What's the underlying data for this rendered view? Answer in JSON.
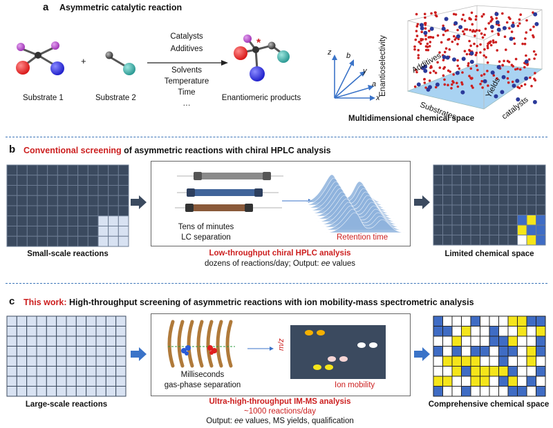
{
  "panel_a": {
    "letter": "a",
    "title": "Asymmetric catalytic reaction",
    "substrate1": "Substrate 1",
    "plus": "+",
    "substrate2": "Substrate 2",
    "conditions_above": [
      "Catalysts",
      "Additives"
    ],
    "conditions_below": [
      "Solvents",
      "Temperature",
      "Time",
      "…"
    ],
    "product": "Enantiomeric products",
    "chiral_mark": "*",
    "axes": [
      "z",
      "b",
      "y",
      "a",
      "x"
    ],
    "space_caption": "Multidimensional chemical space",
    "cube_labels": {
      "enantioselectivity": "Enantioselectivity",
      "additives": "Additives",
      "yields": "Yields",
      "substrates": "Substrates",
      "catalysts": "catalysts"
    }
  },
  "panel_b": {
    "letter": "b",
    "title_highlight": "Conventional screening",
    "title_rest": " of asymmetric reactions with chiral HPLC analysis",
    "left_caption": "Small-scale reactions",
    "lc_text_1": "Tens of minutes",
    "lc_text_2": "LC separation",
    "retention": "Retention time",
    "method_title": "Low-throughput chiral HPLC analysis",
    "method_sub_pre": "dozens of reactions/day; Output: ",
    "method_sub_em": "ee",
    "method_sub_post": " values",
    "right_caption": "Limited chemical space"
  },
  "panel_c": {
    "letter": "c",
    "title_highlight": "This work:",
    "title_rest": " High-throughput screening of asymmetric reactions with ion mobility-mass spectrometric analysis",
    "left_caption": "Large-scale reactions",
    "ims_text_1": "Milliseconds",
    "ims_text_2": "gas-phase separation",
    "mz_label": "m/z",
    "ion_mobility": "Ion mobility",
    "method_title": "Ultra-high-throughput IM-MS analysis",
    "method_sub1": "~1000 reactions/day",
    "method_sub2_pre": "Output: ",
    "method_sub2_em": "ee",
    "method_sub2_post": " values, MS yields, qualification",
    "right_caption": "Comprehensive chemical space"
  },
  "colors": {
    "dark_cell": "#3b4a5f",
    "light_cell": "#d8e2f2",
    "blue_cell": "#3f6cc4",
    "yellow_cell": "#f5e51a",
    "accent_red": "#cc1f1f",
    "arrow_blue": "#3a73c8"
  }
}
